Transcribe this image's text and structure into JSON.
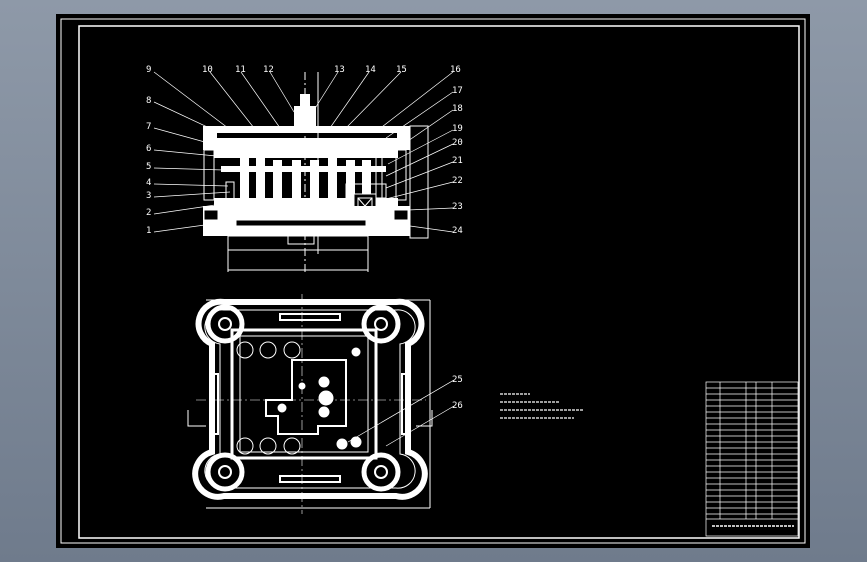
{
  "colors": {
    "background": "#7f8a99",
    "sheet": "#000000",
    "lines": "#ffffff"
  },
  "front_view": {
    "balloons_top": [
      "9",
      "10",
      "11",
      "12",
      "13",
      "14",
      "15",
      "16"
    ],
    "balloons_left": [
      "8",
      "7",
      "6",
      "5",
      "4",
      "3",
      "2",
      "1"
    ],
    "balloons_right": [
      "17",
      "18",
      "19",
      "20",
      "21",
      "22",
      "23",
      "24"
    ]
  },
  "plan_view": {
    "balloons": [
      "25",
      "26"
    ]
  }
}
